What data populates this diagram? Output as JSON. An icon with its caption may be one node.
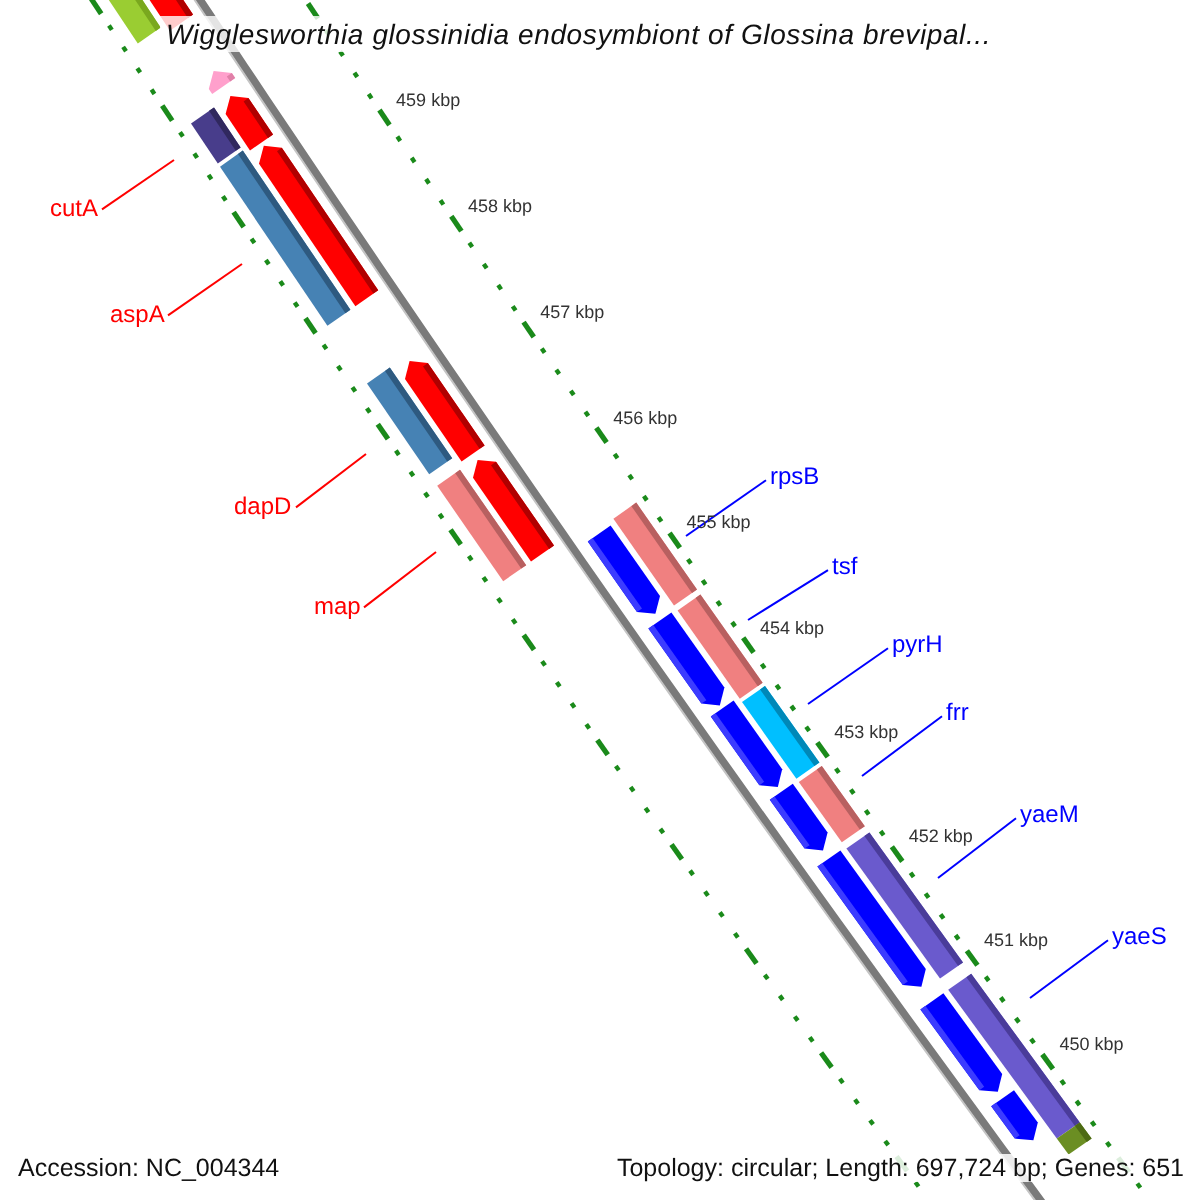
{
  "diagram": {
    "title": "Wigglesworthia glossinidia endosymbiont of Glossina brevipal...",
    "nodes": [
      {
        "text": [
          "cutA"
        ]
      },
      {
        "text": [
          "aspA"
        ]
      },
      {
        "text": [
          "dapD"
        ]
      },
      {
        "text": [
          "map"
        ]
      },
      {
        "text": [
          "rpsB"
        ]
      },
      {
        "text": [
          "tsf"
        ]
      },
      {
        "text": [
          "pyrH"
        ]
      },
      {
        "text": [
          "frr"
        ]
      },
      {
        "text": [
          "yaeM"
        ]
      },
      {
        "text": [
          "yaeS"
        ]
      },
      {
        "text": [],
        "shape": "bar"
      },
      {
        "text": [],
        "shape": "bar"
      },
      {
        "text": [],
        "shape": "bar"
      },
      {
        "text": [],
        "shape": "bar"
      },
      {
        "text": [],
        "shape": "bar"
      },
      {
        "text": [],
        "shape": "bar"
      },
      {
        "text": [],
        "shape": "bar"
      },
      {
        "text": [],
        "shape": "bar"
      },
      {
        "text": [],
        "shape": "bar"
      },
      {
        "text": [],
        "shape": "bar"
      },
      {
        "text": [],
        "shape": "bar"
      },
      {
        "text": [],
        "shape": "bar"
      },
      {
        "text": [],
        "shape": "bar"
      },
      {
        "text": [],
        "shape": "bar"
      },
      {
        "text": [],
        "shape": "bar"
      },
      {
        "text": [],
        "shape": "bar"
      },
      {
        "text": [],
        "shape": "bar"
      },
      {
        "text": [],
        "shape": "bar"
      },
      {
        "text": [],
        "shape": "bar"
      },
      {
        "text": [],
        "shape": "bar"
      },
      {
        "text": [],
        "shape": "bar"
      },
      {
        "text": [],
        "shape": "bar"
      },
      {
        "text": [],
        "shape": "bar"
      },
      {
        "text": [],
        "shape": "bar"
      },
      {
        "text": [],
        "shape": "bar"
      }
    ],
    "edges": [
      {
        "from": 0,
        "to": 13,
        "arrow": "none",
        "color": "#ff0000"
      },
      {
        "from": 1,
        "to": 15,
        "arrow": "none",
        "color": "#ff0000"
      },
      {
        "from": 2,
        "to": 17,
        "arrow": "none",
        "color": "#ff0000"
      },
      {
        "from": 3,
        "to": 19,
        "arrow": "none",
        "color": "#ff0000"
      },
      {
        "from": 4,
        "to": 22,
        "arrow": "none"
      },
      {
        "from": 5,
        "to": 24,
        "arrow": "none"
      },
      {
        "from": 6,
        "to": 25,
        "arrow": "none"
      },
      {
        "from": 7,
        "to": 27,
        "arrow": "none"
      },
      {
        "from": 8,
        "to": 30,
        "arrow": "none"
      },
      {
        "from": 9,
        "to": 32,
        "arrow": "none"
      }
    ],
    "labels": [
      "459 kbp",
      "458 kbp",
      "457 kbp",
      "456 kbp",
      "455 kbp",
      "454 kbp",
      "453 kbp",
      "452 kbp",
      "451 kbp",
      "450 kbp",
      "Accession: NC_004344",
      "Topology: circular; Length: 697,724 bp; Genes: 651"
    ]
  }
}
